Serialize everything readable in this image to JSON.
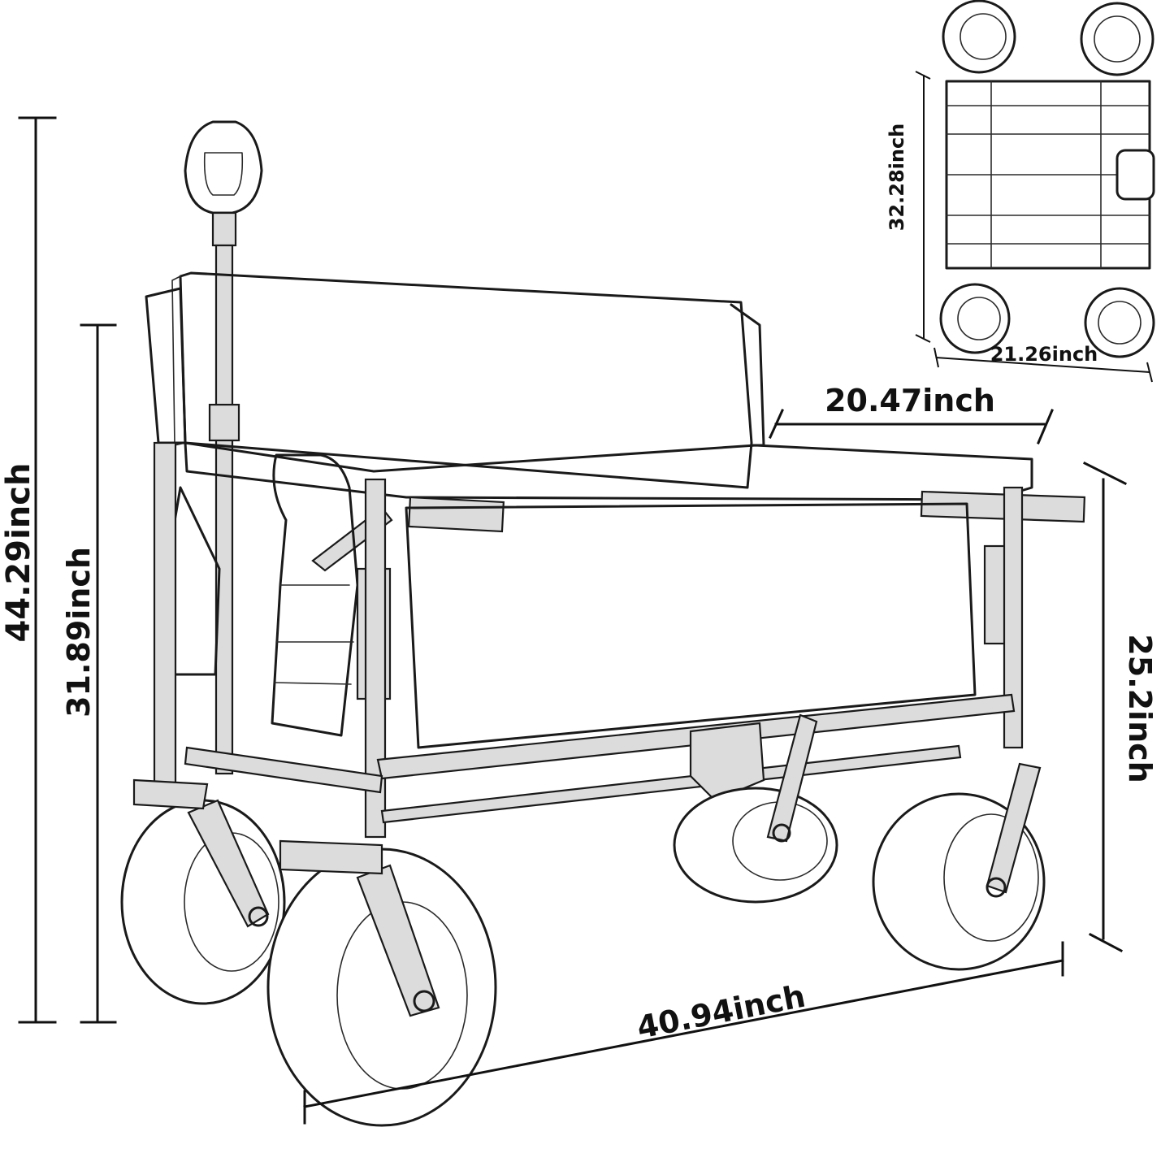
{
  "dimensions": {
    "overall_height": "44.29inch",
    "handle_height": "31.89inch",
    "side_height": "25.2inch",
    "seat_depth": "20.47inch",
    "length": "40.94inch",
    "folded_height": "32.28inch",
    "folded_width": "21.26inch"
  }
}
